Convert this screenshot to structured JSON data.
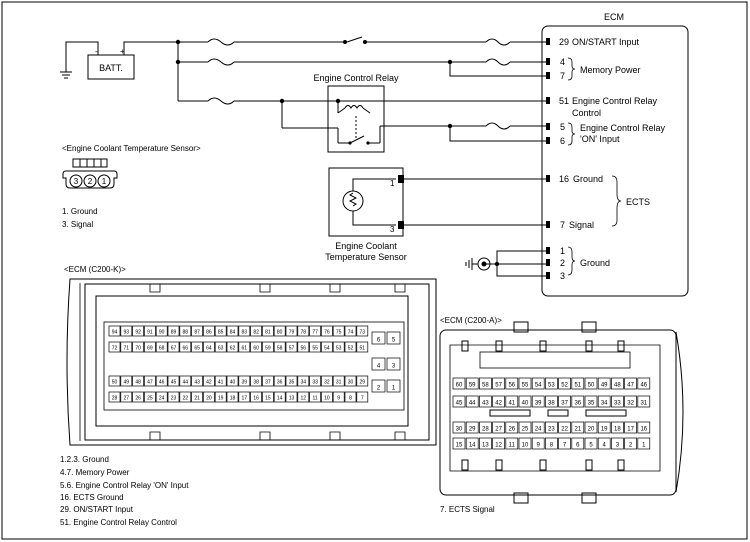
{
  "frame": {
    "ecm_title": "ECM"
  },
  "battery": {
    "label": "BATT.",
    "minus": "-",
    "plus": "+"
  },
  "ecm_pins": [
    {
      "num": "29",
      "text": "ON/START Input"
    },
    {
      "num": "4",
      "text": ""
    },
    {
      "num": "7",
      "text": ""
    },
    {
      "num": "51",
      "text": "Engine Control Relay"
    },
    {
      "num": "",
      "text": "Control"
    },
    {
      "num": "5",
      "text": ""
    },
    {
      "num": "6",
      "text": ""
    },
    {
      "num": "16",
      "text": "Ground"
    },
    {
      "num": "7",
      "text": "Signal"
    },
    {
      "num": "1",
      "text": ""
    },
    {
      "num": "2",
      "text": ""
    },
    {
      "num": "3",
      "text": ""
    }
  ],
  "groups": {
    "memory_power": "Memory Power",
    "relay_on_1": "Engine Control Relay",
    "relay_on_2": "'ON' Input",
    "ects": "ECTS",
    "ground": "Ground"
  },
  "relay": {
    "label": "Engine Control Relay"
  },
  "sensor": {
    "label_1": "Engine Coolant",
    "label_2": "Temperature Sensor",
    "pin1": "1",
    "pin3": "3"
  },
  "ects_connector": {
    "title": "<Engine Coolant Temperature Sensor>",
    "pins": [
      "3",
      "2",
      "1"
    ],
    "legend": [
      "1. Ground",
      "3. Signal"
    ]
  },
  "ecm_k": {
    "title": "<ECM (C200-K)>",
    "row1": [
      "94",
      "93",
      "92",
      "91",
      "90",
      "89",
      "88",
      "87",
      "86",
      "85",
      "84",
      "83",
      "82",
      "81",
      "80",
      "79",
      "78",
      "77",
      "76",
      "75",
      "74",
      "73"
    ],
    "row2": [
      "72",
      "71",
      "70",
      "69",
      "68",
      "67",
      "66",
      "65",
      "64",
      "63",
      "62",
      "61",
      "60",
      "59",
      "58",
      "57",
      "56",
      "55",
      "54",
      "53",
      "52",
      "51"
    ],
    "row3": [
      "50",
      "49",
      "48",
      "47",
      "46",
      "45",
      "44",
      "43",
      "42",
      "41",
      "40",
      "39",
      "38",
      "37",
      "36",
      "35",
      "34",
      "33",
      "32",
      "31",
      "30",
      "29"
    ],
    "row4": [
      "28",
      "27",
      "26",
      "25",
      "24",
      "23",
      "22",
      "21",
      "20",
      "19",
      "18",
      "17",
      "16",
      "15",
      "14",
      "13",
      "12",
      "11",
      "10",
      "9",
      "8",
      "7"
    ],
    "side": [
      "6",
      "5",
      "4",
      "3",
      "2",
      "1"
    ],
    "legend": [
      "1.2.3. Ground",
      "4.7. Memory Power",
      "5.6. Engine Control Relay 'ON' Input",
      "16. ECTS Ground",
      "29. ON/START Input",
      "51. Engine Control Relay Control"
    ]
  },
  "ecm_a": {
    "title": "<ECM (C200-A)>",
    "row1": [
      "60",
      "59",
      "58",
      "57",
      "56",
      "55",
      "54",
      "53",
      "52",
      "51",
      "50",
      "49",
      "48",
      "47",
      "46"
    ],
    "row2": [
      "45",
      "44",
      "43",
      "42",
      "41",
      "40",
      "39",
      "38",
      "37",
      "36",
      "35",
      "34",
      "33",
      "32",
      "31"
    ],
    "row3": [
      "30",
      "29",
      "28",
      "27",
      "26",
      "25",
      "24",
      "23",
      "22",
      "21",
      "20",
      "19",
      "18",
      "17",
      "16"
    ],
    "row4": [
      "15",
      "14",
      "13",
      "12",
      "11",
      "10",
      "9",
      "8",
      "7",
      "6",
      "5",
      "4",
      "3",
      "2",
      "1"
    ],
    "legend": [
      "7. ECTS Signal"
    ]
  }
}
